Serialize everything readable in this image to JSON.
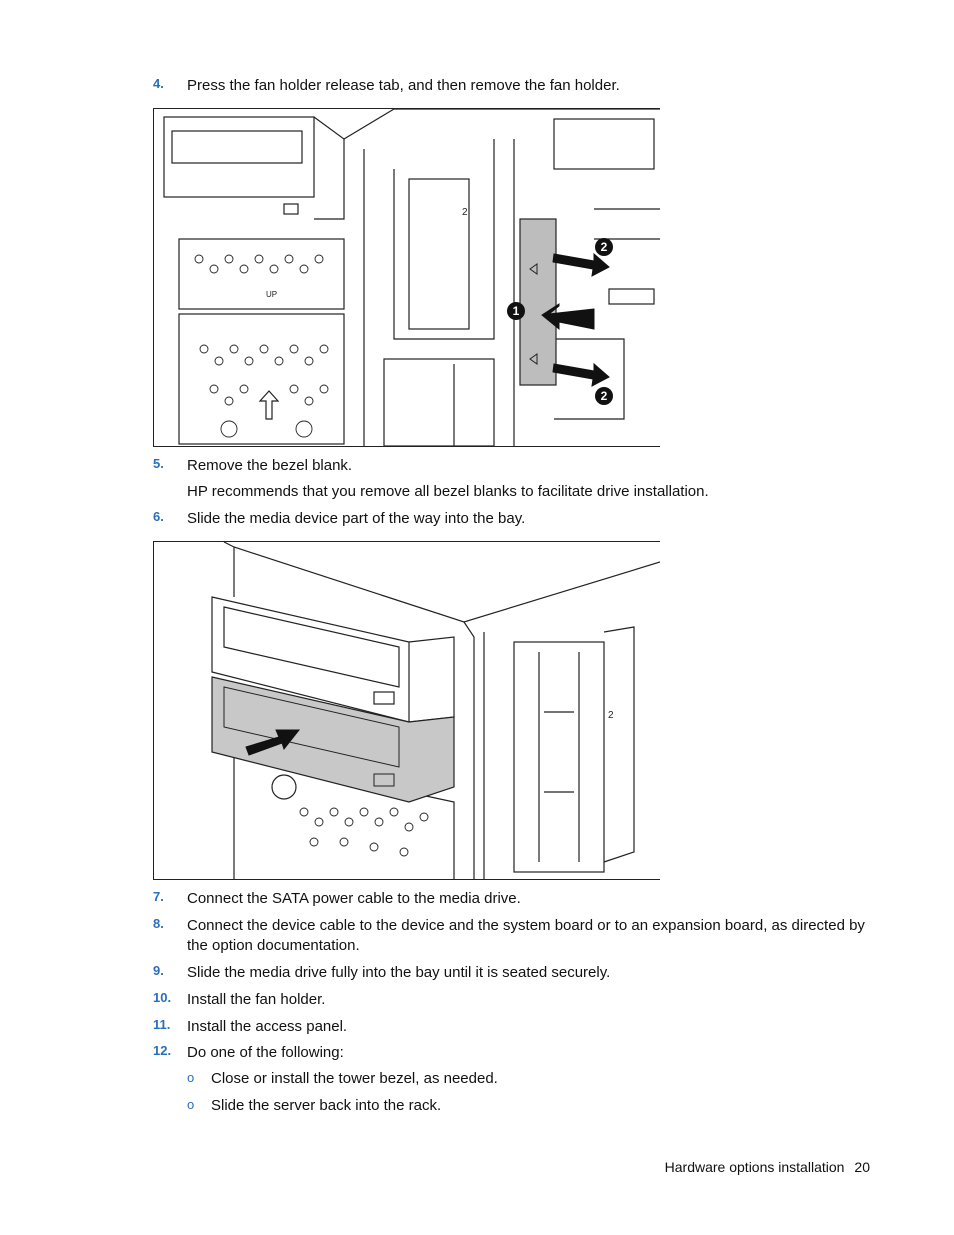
{
  "steps": [
    {
      "num": "4.",
      "text": "Press the fan holder release tab, and then remove the fan holder."
    },
    {
      "num": "5.",
      "text": "Remove the bezel blank."
    },
    {
      "note": "HP recommends that you remove all bezel blanks to facilitate drive installation."
    },
    {
      "num": "6.",
      "text": "Slide the media device part of the way into the bay."
    },
    {
      "num": "7.",
      "text": "Connect the SATA power cable to the media drive."
    },
    {
      "num": "8.",
      "text": "Connect the device cable to the device and the system board or to an expansion board, as directed by the option documentation."
    },
    {
      "num": "9.",
      "text": "Slide the media drive fully into the bay until it is seated securely."
    },
    {
      "num": "10.",
      "text": "Install the fan holder."
    },
    {
      "num": "11.",
      "text": "Install the access panel."
    },
    {
      "num": "12.",
      "text": "Do one of the following:"
    }
  ],
  "sub_items": [
    {
      "bullet": "o",
      "text": "Close or install the tower bezel, as needed."
    },
    {
      "bullet": "o",
      "text": "Slide the server back into the rack."
    }
  ],
  "figure1": {
    "callouts": [
      "1",
      "2",
      "2"
    ],
    "label_up": "UP",
    "label_bay": "2"
  },
  "figure2": {
    "label_bay": "2"
  },
  "footer": {
    "section": "Hardware options installation",
    "page": "20"
  }
}
